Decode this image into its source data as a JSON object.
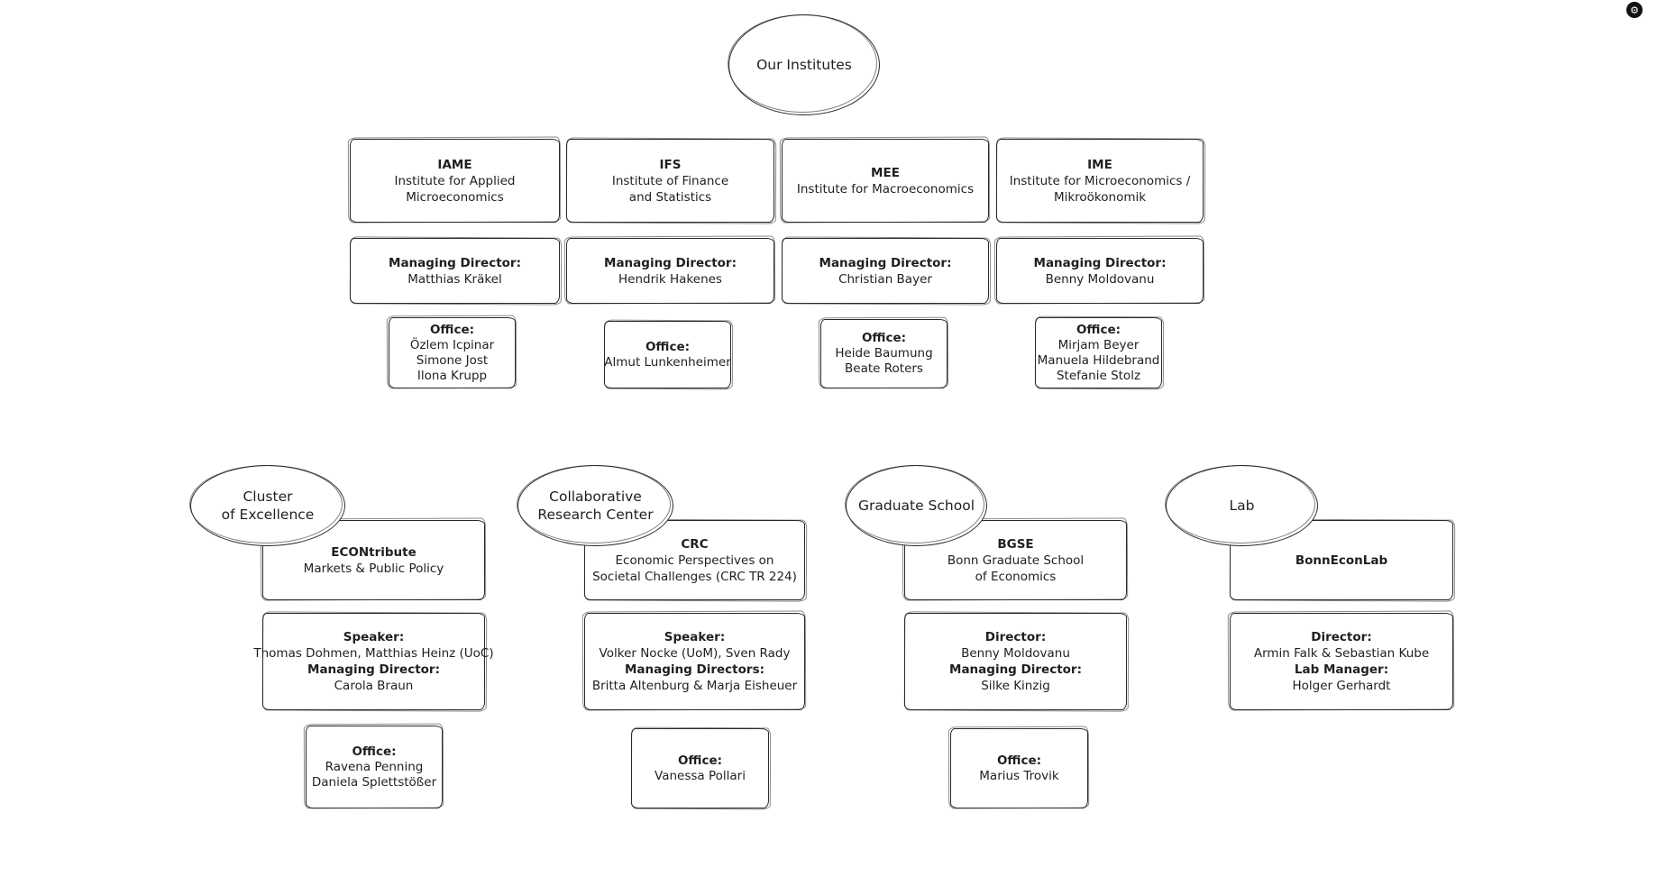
{
  "page": {
    "background": "#ffffff",
    "ink": "#1f1f1f"
  },
  "corner_icon": {
    "name": "badge-icon",
    "glyph": "⚙"
  },
  "top_section": {
    "ellipse_label": "Our Institutes",
    "office_label": "Office:",
    "institutes": [
      {
        "abbr": "IAME",
        "name_lines": [
          "Institute for Applied",
          "Microeconomics"
        ],
        "director_label": "Managing Director:",
        "director_name": "Matthias Kräkel",
        "office_label": "Office:",
        "office_names": [
          "Özlem Icpinar",
          "Simone Jost",
          "Ilona Krupp"
        ]
      },
      {
        "abbr": "IFS",
        "name_lines": [
          "Institute of Finance",
          "and Statistics"
        ],
        "director_label": "Managing Director:",
        "director_name": "Hendrik Hakenes",
        "office_label": "Office:",
        "office_names": [
          "Almut Lunkenheimer"
        ]
      },
      {
        "abbr": "MEE",
        "name_lines": [
          "Institute for Macroeconomics"
        ],
        "director_label": "Managing Director:",
        "director_name": "Christian Bayer",
        "office_label": "Office:",
        "office_names": [
          "Heide Baumung",
          "Beate Roters"
        ]
      },
      {
        "abbr": "IME",
        "name_lines": [
          "Institute for Microeconomics /",
          "Mikroökonomik"
        ],
        "director_label": "Managing Director:",
        "director_name": "Benny Moldovanu",
        "office_label": "Office:",
        "office_names": [
          "Mirjam Beyer",
          "Manuela Hildebrand",
          "Stefanie Stolz"
        ]
      }
    ]
  },
  "bottom_section": {
    "groups": [
      {
        "ellipse_lines": [
          "Cluster",
          "of Excellence"
        ],
        "box_title": "ECONtribute",
        "box_lines": [
          "Markets & Public Policy"
        ],
        "people": [
          {
            "label": "Speaker:",
            "value": "Thomas Dohmen, Matthias Heinz (UoC)"
          },
          {
            "label": "Managing Director:",
            "value": "Carola Braun"
          }
        ],
        "office_label": "Office:",
        "office_names": [
          "Ravena Penning",
          "Daniela Splettstößer"
        ]
      },
      {
        "ellipse_lines": [
          "Collaborative",
          "Research Center"
        ],
        "box_title": "CRC",
        "box_lines": [
          "Economic Perspectives on",
          "Societal Challenges (CRC TR 224)"
        ],
        "people": [
          {
            "label": "Speaker:",
            "value": "Volker Nocke (UoM), Sven Rady"
          },
          {
            "label": "Managing Directors:",
            "value": "Britta Altenburg & Marja Eisheuer"
          }
        ],
        "office_label": "Office:",
        "office_names": [
          "Vanessa Pollari"
        ]
      },
      {
        "ellipse_lines": [
          "Graduate School"
        ],
        "box_title": "BGSE",
        "box_lines": [
          "Bonn Graduate School",
          "of Economics"
        ],
        "people": [
          {
            "label": "Director:",
            "value": "Benny Moldovanu"
          },
          {
            "label": "Managing Director:",
            "value": "Silke Kinzig"
          }
        ],
        "office_label": "Office:",
        "office_names": [
          "Marius Trovik"
        ]
      },
      {
        "ellipse_lines": [
          "Lab"
        ],
        "box_title": "BonnEconLab",
        "box_lines": [],
        "people": [
          {
            "label": "Director:",
            "value": "Armin Falk & Sebastian Kube"
          },
          {
            "label": "Lab Manager:",
            "value": "Holger Gerhardt"
          }
        ]
      }
    ]
  }
}
